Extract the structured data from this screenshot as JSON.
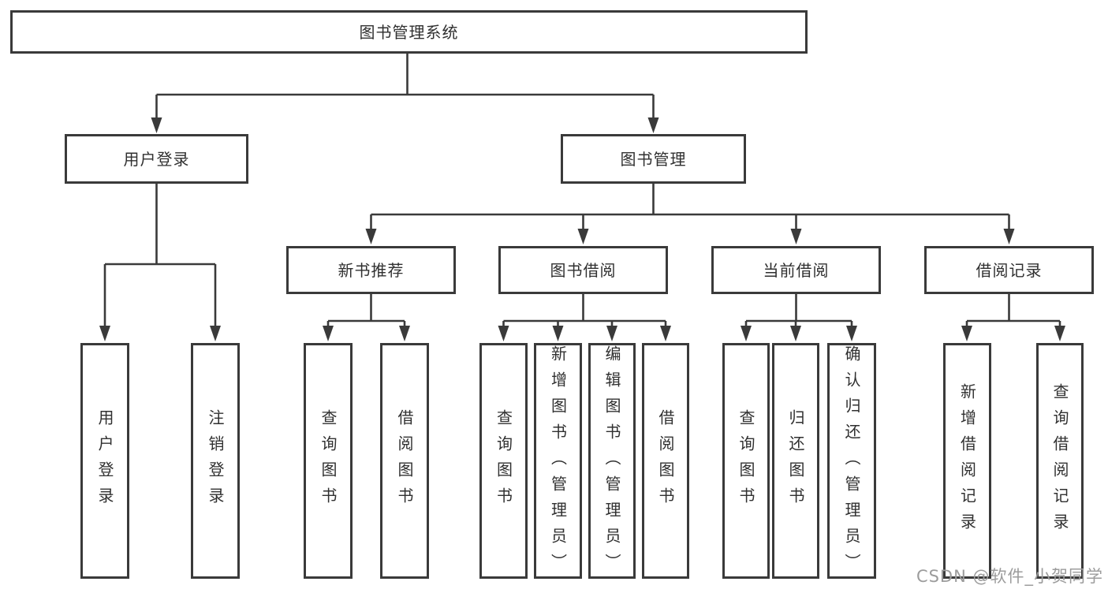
{
  "diagram": {
    "root": {
      "label": "图书管理系统"
    },
    "level2": [
      {
        "label": "用户登录"
      },
      {
        "label": "图书管理"
      }
    ],
    "level3": [
      {
        "label": "新书推荐"
      },
      {
        "label": "图书借阅"
      },
      {
        "label": "当前借阅"
      },
      {
        "label": "借阅记录"
      }
    ],
    "leaves": [
      {
        "label": "用户登录"
      },
      {
        "label": "注销登录"
      },
      {
        "label": "查询图书"
      },
      {
        "label": "借阅图书"
      },
      {
        "label": "查询图书"
      },
      {
        "label": "新增图书（管理员）"
      },
      {
        "label": "编辑图书（管理员）"
      },
      {
        "label": "借阅图书"
      },
      {
        "label": "查询图书"
      },
      {
        "label": "归还图书"
      },
      {
        "label": "确认归还（管理员）"
      },
      {
        "label": "新增借阅记录"
      },
      {
        "label": "查询借阅记录"
      }
    ],
    "watermark": "CSDN @软件_小贺同学",
    "colors": {
      "line": "#3a3a3a",
      "box_border": "#3a3a3a",
      "text": "#303030",
      "watermark": "#9c9c9c",
      "background": "#ffffff"
    }
  }
}
